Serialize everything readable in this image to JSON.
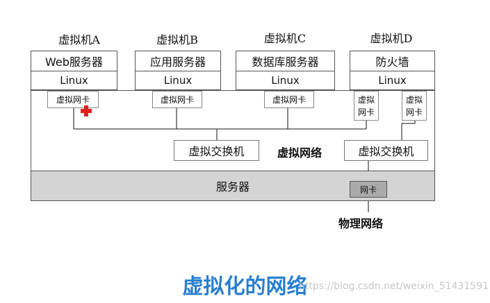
{
  "vms": [
    {
      "name": "虚拟机A",
      "service": "Web服务器",
      "os": "Linux",
      "nic": "虚拟网卡"
    },
    {
      "name": "虚拟机B",
      "service": "应用服务器",
      "os": "Linux",
      "nic": "虚拟网卡"
    },
    {
      "name": "虚拟机C",
      "service": "数据库服务器",
      "os": "Linux",
      "nic": "虚拟网卡"
    },
    {
      "name": "虚拟机D",
      "service": "防火墙",
      "os": "Linux",
      "nics": [
        [
          "虚拟",
          "网卡"
        ],
        [
          "虚拟",
          "网卡"
        ]
      ]
    }
  ],
  "switch_left": "虚拟交换机",
  "switch_right": "虚拟交换机",
  "virtual_network": "虚拟网络",
  "server": "服务器",
  "physical_nic": "网卡",
  "physical_network": "物理网络",
  "title": "虚拟化的网络",
  "watermark": "https://blog.csdn.net/weixin_51431591",
  "colors": {
    "title": "#2a7fd0",
    "server_bg": "#d4d4d4",
    "red_cross": "#e02020"
  }
}
